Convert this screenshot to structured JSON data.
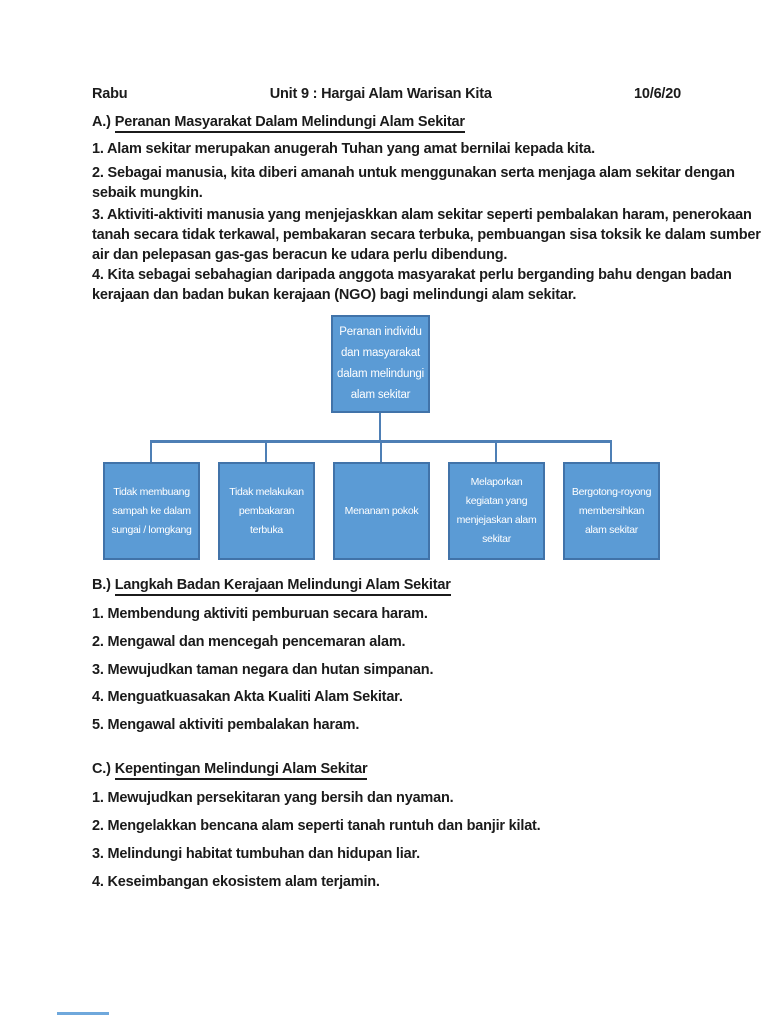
{
  "header": {
    "day": "Rabu",
    "title": "Unit 9 : Hargai Alam Warisan Kita",
    "date": "10/6/20"
  },
  "section_a": {
    "label": "A.)",
    "heading": "Peranan Masyarakat Dalam Melindungi Alam Sekitar",
    "items": [
      {
        "lines": [
          "1. Alam sekitar merupakan anugerah Tuhan yang amat bernilai kepada kita."
        ]
      },
      {
        "lines": [
          "2. Sebagai manusia, kita diberi amanah untuk menggunakan serta menjaga alam sekitar dengan",
          "sebaik mungkin."
        ]
      },
      {
        "lines": [
          "3. Aktiviti-aktiviti manusia yang menjejaskkan alam sekitar seperti pembalakan haram, penerokaan",
          "tanah secara tidak terkawal, pembakaran secara terbuka, pembuangan sisa toksik ke dalam sumber",
          "air dan pelepasan gas-gas beracun ke udara perlu dibendung."
        ]
      },
      {
        "lines": [
          "4. Kita sebagai sebahagian daripada anggota masyarakat perlu berganding bahu dengan badan",
          "kerajaan dan badan bukan kerajaan (NGO) bagi melindungi alam sekitar."
        ]
      }
    ]
  },
  "diagram": {
    "root": "Peranan individu dan masyarakat dalam melindungi alam sekitar",
    "children": [
      "Tidak membuang sampah ke dalam sungai / lomgkang",
      "Tidak melakukan pembakaran terbuka",
      "Menanam pokok",
      "Melaporkan kegiatan yang menjejaskan alam sekitar",
      "Bergotong-royong membersihkan alam sekitar"
    ],
    "box_fill": "#5b9bd5",
    "box_border": "#4173a9",
    "connector_color": "#4e7fb5",
    "text_color": "#ffffff"
  },
  "section_b": {
    "label": "B.)",
    "heading": "Langkah Badan Kerajaan Melindungi Alam Sekitar",
    "items": [
      {
        "lines": [
          "1. Membendung aktiviti pemburuan secara haram."
        ]
      },
      {
        "lines": [
          "2. Mengawal dan mencegah pencemaran alam."
        ]
      },
      {
        "lines": [
          "3. Mewujudkan taman negara dan hutan simpanan."
        ]
      },
      {
        "lines": [
          "4. Menguatkuasakan Akta Kualiti Alam Sekitar."
        ]
      },
      {
        "lines": [
          "5. Mengawal aktiviti pembalakan haram."
        ]
      }
    ]
  },
  "section_c": {
    "label": "C.)",
    "heading": "Kepentingan Melindungi Alam Sekitar",
    "items": [
      {
        "lines": [
          "1. Mewujudkan persekitaran yang bersih dan nyaman."
        ]
      },
      {
        "lines": [
          "2. Mengelakkan bencana alam seperti tanah runtuh dan banjir kilat."
        ]
      },
      {
        "lines": [
          "3. Melindungi habitat tumbuhan dan hidupan liar."
        ]
      },
      {
        "lines": [
          "4. Keseimbangan ekosistem alam terjamin."
        ]
      }
    ]
  },
  "bottom_mark_color": "#6fa8dc"
}
